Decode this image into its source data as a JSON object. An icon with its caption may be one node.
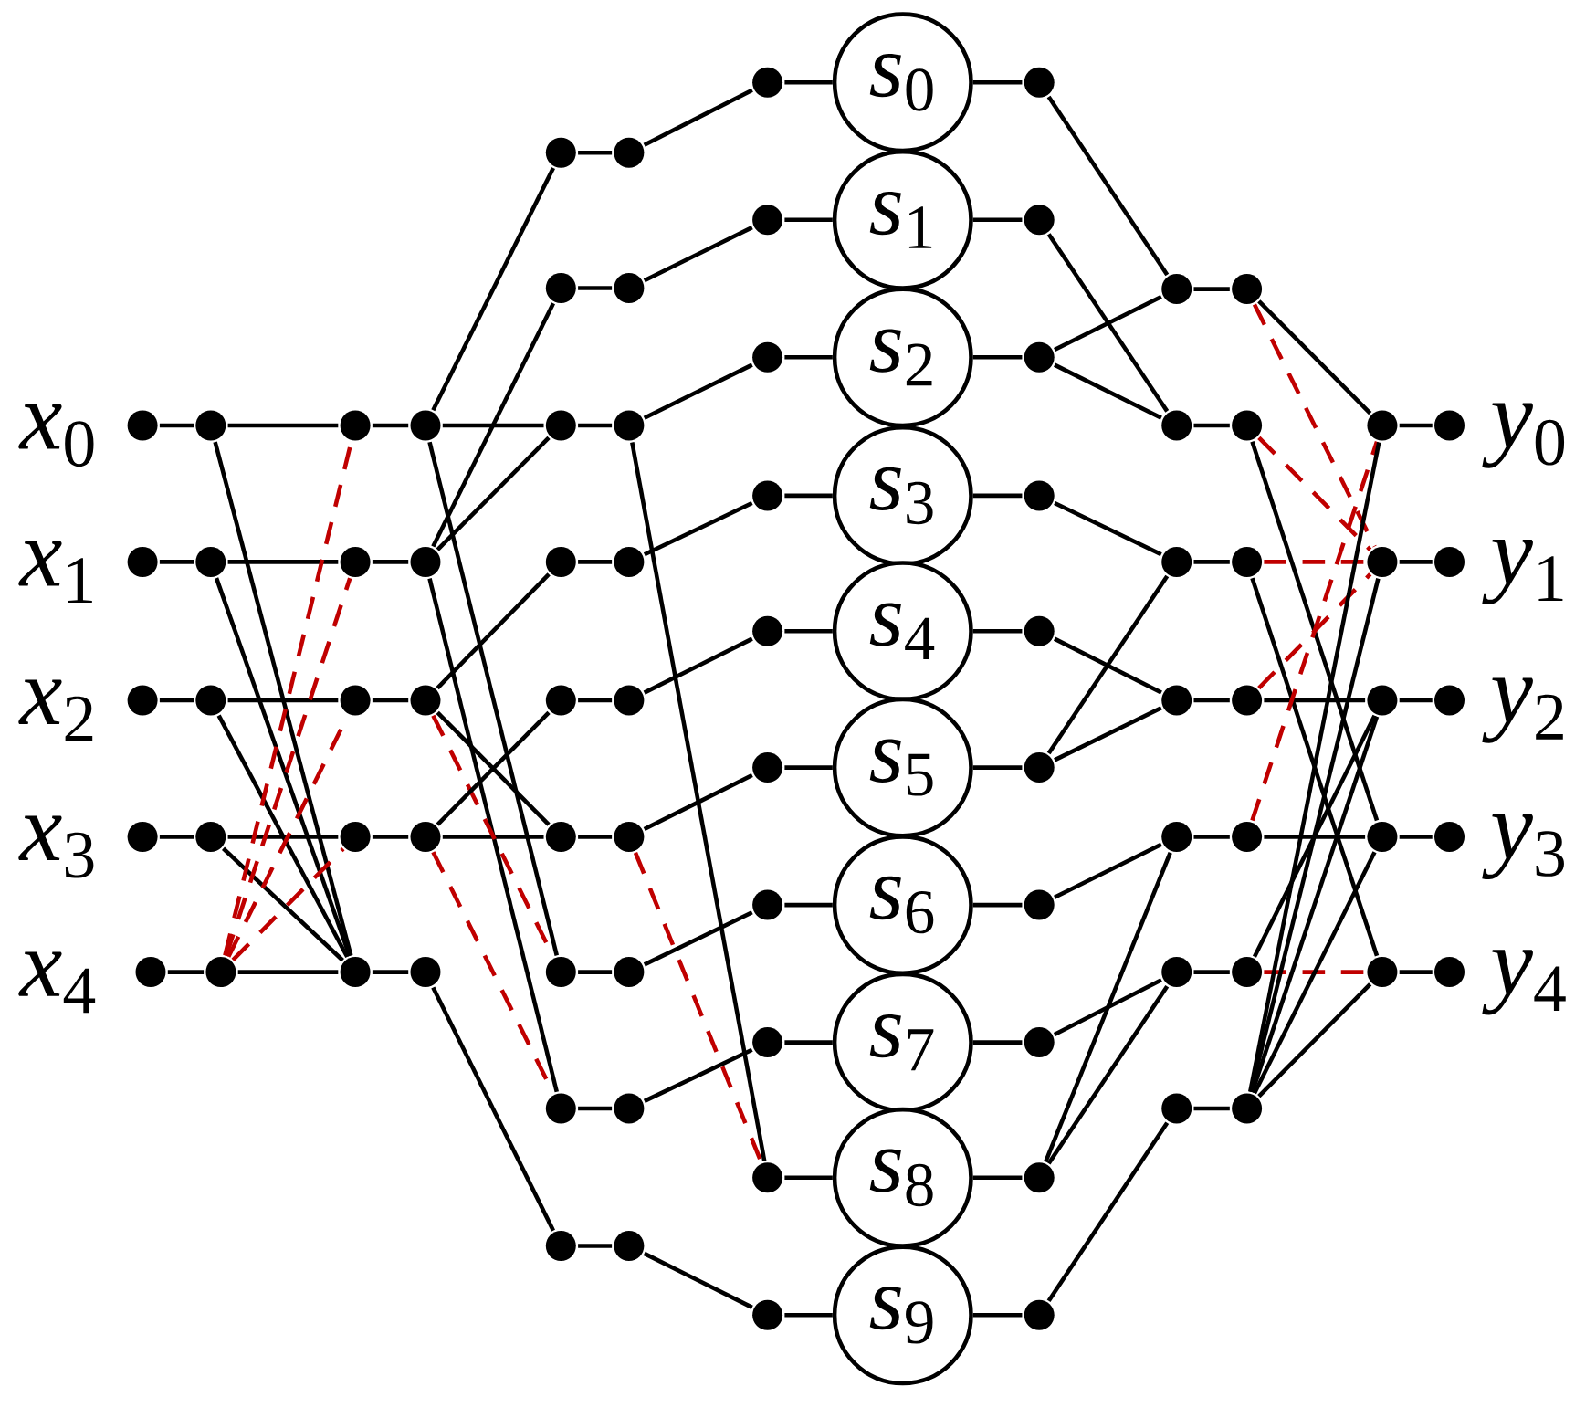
{
  "diagram": {
    "nodes": [
      {
        "text": [],
        "shape": "circle",
        "beside": [
          "*x*$_{0}$"
        ]
      },
      {
        "text": [],
        "shape": "circle",
        "beside": [
          "*x*$_{1}$"
        ]
      },
      {
        "text": [],
        "shape": "circle",
        "beside": [
          "*x*$_{2}$"
        ]
      },
      {
        "text": [],
        "shape": "circle",
        "beside": [
          "*x*$_{3}$"
        ]
      },
      {
        "text": [],
        "shape": "circle",
        "beside": [
          "*x*$_{4}$"
        ]
      },
      {
        "text": [],
        "shape": "circle"
      },
      {
        "text": [],
        "shape": "circle"
      },
      {
        "text": [],
        "shape": "circle"
      },
      {
        "text": [],
        "shape": "circle"
      },
      {
        "text": [],
        "shape": "circle"
      },
      {
        "text": [],
        "shape": "circle"
      },
      {
        "text": [],
        "shape": "circle"
      },
      {
        "text": [],
        "shape": "circle"
      },
      {
        "text": [],
        "shape": "circle"
      },
      {
        "text": [],
        "shape": "circle"
      },
      {
        "text": [],
        "shape": "circle"
      },
      {
        "text": [],
        "shape": "circle"
      },
      {
        "text": [],
        "shape": "circle"
      },
      {
        "text": [],
        "shape": "circle"
      },
      {
        "text": [],
        "shape": "circle"
      },
      {
        "text": [],
        "shape": "circle"
      },
      {
        "text": [],
        "shape": "circle"
      },
      {
        "text": [],
        "shape": "circle"
      },
      {
        "text": [],
        "shape": "circle"
      },
      {
        "text": [],
        "shape": "circle"
      },
      {
        "text": [],
        "shape": "circle"
      },
      {
        "text": [],
        "shape": "circle"
      },
      {
        "text": [],
        "shape": "circle"
      },
      {
        "text": [],
        "shape": "circle"
      },
      {
        "text": [],
        "shape": "circle"
      },
      {
        "text": [],
        "shape": "circle"
      },
      {
        "text": [],
        "shape": "circle"
      },
      {
        "text": [],
        "shape": "circle"
      },
      {
        "text": [],
        "shape": "circle"
      },
      {
        "text": [],
        "shape": "circle"
      },
      {
        "text": [],
        "shape": "circle"
      },
      {
        "text": [],
        "shape": "circle"
      },
      {
        "text": [],
        "shape": "circle"
      },
      {
        "text": [],
        "shape": "circle"
      },
      {
        "text": [],
        "shape": "circle"
      },
      {
        "text": [],
        "shape": "circle"
      },
      {
        "text": [],
        "shape": "circle"
      },
      {
        "text": [],
        "shape": "circle"
      },
      {
        "text": [],
        "shape": "circle"
      },
      {
        "text": [],
        "shape": "circle"
      },
      {
        "text": [],
        "shape": "circle"
      },
      {
        "text": [],
        "shape": "circle"
      },
      {
        "text": [],
        "shape": "circle"
      },
      {
        "text": [
          "*s*$_{0}$"
        ]
      },
      {
        "text": [
          "*s*$_{1}$"
        ]
      },
      {
        "text": [
          "*s*$_{2}$"
        ]
      },
      {
        "text": [
          "*s*$_{3}$"
        ]
      },
      {
        "text": [
          "*s*$_{4}$"
        ]
      },
      {
        "text": [
          "*s*$_{5}$"
        ]
      },
      {
        "text": [
          "*s*$_{6}$"
        ]
      },
      {
        "text": [
          "*s*$_{7}$"
        ]
      },
      {
        "text": [
          "*s*$_{8}$"
        ]
      },
      {
        "text": [
          "*s*$_{9}$"
        ]
      },
      {
        "text": [],
        "shape": "circle"
      },
      {
        "text": [],
        "shape": "circle"
      },
      {
        "text": [],
        "shape": "circle"
      },
      {
        "text": [],
        "shape": "circle"
      },
      {
        "text": [],
        "shape": "circle"
      },
      {
        "text": [],
        "shape": "circle"
      },
      {
        "text": [],
        "shape": "circle"
      },
      {
        "text": [],
        "shape": "circle"
      },
      {
        "text": [],
        "shape": "circle"
      },
      {
        "text": [],
        "shape": "circle"
      },
      {
        "text": [],
        "shape": "circle"
      },
      {
        "text": [],
        "shape": "circle"
      },
      {
        "text": [],
        "shape": "circle"
      },
      {
        "text": [],
        "shape": "circle"
      },
      {
        "text": [],
        "shape": "circle"
      },
      {
        "text": [],
        "shape": "circle"
      },
      {
        "text": [],
        "shape": "circle"
      },
      {
        "text": [],
        "shape": "circle"
      },
      {
        "text": [],
        "shape": "circle"
      },
      {
        "text": [],
        "shape": "circle"
      },
      {
        "text": [],
        "shape": "circle"
      },
      {
        "text": [],
        "shape": "circle"
      },
      {
        "text": [],
        "shape": "circle"
      },
      {
        "text": [],
        "shape": "circle"
      },
      {
        "text": [],
        "shape": "circle"
      },
      {
        "text": [],
        "shape": "circle"
      },
      {
        "text": [],
        "shape": "circle"
      },
      {
        "text": [],
        "shape": "circle"
      },
      {
        "text": [],
        "shape": "circle"
      },
      {
        "text": [],
        "shape": "circle",
        "beside": [
          "*y*$_{0}$"
        ]
      },
      {
        "text": [],
        "shape": "circle",
        "beside": [
          "*y*$_{1}$"
        ]
      },
      {
        "text": [],
        "shape": "circle",
        "beside": [
          "*y*$_{2}$"
        ]
      },
      {
        "text": [],
        "shape": "circle",
        "beside": [
          "*y*$_{3}$"
        ]
      },
      {
        "text": [],
        "shape": "circle",
        "beside": [
          "*y*$_{4}$"
        ]
      }
    ],
    "edges": [
      {
        "from": 0,
        "to": 5,
        "arrow": "none"
      },
      {
        "from": 5,
        "to": 10,
        "arrow": "none"
      },
      {
        "from": 10,
        "to": 15,
        "arrow": "none"
      },
      {
        "from": 15,
        "to": 22,
        "arrow": "none"
      },
      {
        "from": 22,
        "to": 31,
        "arrow": "none"
      },
      {
        "from": 1,
        "to": 6,
        "arrow": "none"
      },
      {
        "from": 6,
        "to": 11,
        "arrow": "none"
      },
      {
        "from": 11,
        "to": 16,
        "arrow": "none"
      },
      {
        "from": 2,
        "to": 7,
        "arrow": "none"
      },
      {
        "from": 7,
        "to": 12,
        "arrow": "none"
      },
      {
        "from": 12,
        "to": 17,
        "arrow": "none"
      },
      {
        "from": 3,
        "to": 8,
        "arrow": "none"
      },
      {
        "from": 8,
        "to": 13,
        "arrow": "none"
      },
      {
        "from": 13,
        "to": 18,
        "arrow": "none"
      },
      {
        "from": 18,
        "to": 25,
        "arrow": "none"
      },
      {
        "from": 25,
        "to": 34,
        "arrow": "none"
      },
      {
        "from": 4,
        "to": 9,
        "arrow": "none"
      },
      {
        "from": 9,
        "to": 14,
        "arrow": "none"
      },
      {
        "from": 14,
        "to": 19,
        "arrow": "none"
      },
      {
        "from": 20,
        "to": 29,
        "arrow": "none"
      },
      {
        "from": 21,
        "to": 30,
        "arrow": "none"
      },
      {
        "from": 23,
        "to": 32,
        "arrow": "none"
      },
      {
        "from": 24,
        "to": 33,
        "arrow": "none"
      },
      {
        "from": 26,
        "to": 35,
        "arrow": "none"
      },
      {
        "from": 27,
        "to": 36,
        "arrow": "none"
      },
      {
        "from": 28,
        "to": 37,
        "arrow": "none"
      },
      {
        "from": 5,
        "to": 14,
        "arrow": "none"
      },
      {
        "from": 6,
        "to": 14,
        "arrow": "none"
      },
      {
        "from": 7,
        "to": 14,
        "arrow": "none"
      },
      {
        "from": 8,
        "to": 14,
        "arrow": "none"
      },
      {
        "from": 9,
        "to": 10,
        "arrow": "none",
        "style": "dashed",
        "color": "#c00000"
      },
      {
        "from": 9,
        "to": 11,
        "arrow": "none",
        "style": "dashed",
        "color": "#c00000"
      },
      {
        "from": 9,
        "to": 12,
        "arrow": "none",
        "style": "dashed",
        "color": "#c00000"
      },
      {
        "from": 9,
        "to": 13,
        "arrow": "none",
        "style": "dashed",
        "color": "#c00000"
      },
      {
        "from": 15,
        "to": 20,
        "arrow": "none"
      },
      {
        "from": 15,
        "to": 26,
        "arrow": "none"
      },
      {
        "from": 16,
        "to": 21,
        "arrow": "none"
      },
      {
        "from": 16,
        "to": 22,
        "arrow": "none"
      },
      {
        "from": 16,
        "to": 27,
        "arrow": "none"
      },
      {
        "from": 17,
        "to": 23,
        "arrow": "none"
      },
      {
        "from": 17,
        "to": 25,
        "arrow": "none"
      },
      {
        "from": 17,
        "to": 26,
        "arrow": "none",
        "style": "dashed",
        "color": "#c00000"
      },
      {
        "from": 18,
        "to": 24,
        "arrow": "none"
      },
      {
        "from": 18,
        "to": 27,
        "arrow": "none",
        "style": "dashed",
        "color": "#c00000"
      },
      {
        "from": 19,
        "to": 28,
        "arrow": "none"
      },
      {
        "from": 29,
        "to": 38,
        "arrow": "none"
      },
      {
        "from": 30,
        "to": 39,
        "arrow": "none"
      },
      {
        "from": 31,
        "to": 40,
        "arrow": "none"
      },
      {
        "from": 32,
        "to": 41,
        "arrow": "none"
      },
      {
        "from": 33,
        "to": 42,
        "arrow": "none"
      },
      {
        "from": 34,
        "to": 43,
        "arrow": "none"
      },
      {
        "from": 35,
        "to": 44,
        "arrow": "none"
      },
      {
        "from": 36,
        "to": 45,
        "arrow": "none"
      },
      {
        "from": 37,
        "to": 47,
        "arrow": "none"
      },
      {
        "from": 31,
        "to": 46,
        "arrow": "none"
      },
      {
        "from": 34,
        "to": 46,
        "arrow": "none",
        "style": "dashed",
        "color": "#c00000"
      },
      {
        "from": 38,
        "to": 48,
        "arrow": "none"
      },
      {
        "from": 39,
        "to": 49,
        "arrow": "none"
      },
      {
        "from": 40,
        "to": 50,
        "arrow": "none"
      },
      {
        "from": 41,
        "to": 51,
        "arrow": "none"
      },
      {
        "from": 42,
        "to": 52,
        "arrow": "none"
      },
      {
        "from": 43,
        "to": 53,
        "arrow": "none"
      },
      {
        "from": 44,
        "to": 54,
        "arrow": "none"
      },
      {
        "from": 45,
        "to": 55,
        "arrow": "none"
      },
      {
        "from": 46,
        "to": 56,
        "arrow": "none"
      },
      {
        "from": 47,
        "to": 57,
        "arrow": "none"
      },
      {
        "from": 48,
        "to": 58,
        "arrow": "none"
      },
      {
        "from": 49,
        "to": 59,
        "arrow": "none"
      },
      {
        "from": 50,
        "to": 60,
        "arrow": "none"
      },
      {
        "from": 51,
        "to": 61,
        "arrow": "none"
      },
      {
        "from": 52,
        "to": 62,
        "arrow": "none"
      },
      {
        "from": 53,
        "to": 63,
        "arrow": "none"
      },
      {
        "from": 54,
        "to": 64,
        "arrow": "none"
      },
      {
        "from": 55,
        "to": 65,
        "arrow": "none"
      },
      {
        "from": 56,
        "to": 66,
        "arrow": "none"
      },
      {
        "from": 57,
        "to": 67,
        "arrow": "none"
      },
      {
        "from": 58,
        "to": 68,
        "arrow": "none"
      },
      {
        "from": 59,
        "to": 69,
        "arrow": "none"
      },
      {
        "from": 60,
        "to": 68,
        "arrow": "none"
      },
      {
        "from": 60,
        "to": 69,
        "arrow": "none"
      },
      {
        "from": 61,
        "to": 70,
        "arrow": "none"
      },
      {
        "from": 62,
        "to": 71,
        "arrow": "none"
      },
      {
        "from": 63,
        "to": 70,
        "arrow": "none"
      },
      {
        "from": 63,
        "to": 71,
        "arrow": "none"
      },
      {
        "from": 64,
        "to": 72,
        "arrow": "none"
      },
      {
        "from": 65,
        "to": 73,
        "arrow": "none"
      },
      {
        "from": 66,
        "to": 72,
        "arrow": "none"
      },
      {
        "from": 66,
        "to": 73,
        "arrow": "none"
      },
      {
        "from": 67,
        "to": 74,
        "arrow": "none"
      },
      {
        "from": 68,
        "to": 75,
        "arrow": "none"
      },
      {
        "from": 69,
        "to": 76,
        "arrow": "none"
      },
      {
        "from": 70,
        "to": 77,
        "arrow": "none"
      },
      {
        "from": 71,
        "to": 78,
        "arrow": "none"
      },
      {
        "from": 72,
        "to": 79,
        "arrow": "none"
      },
      {
        "from": 73,
        "to": 80,
        "arrow": "none"
      },
      {
        "from": 74,
        "to": 81,
        "arrow": "none"
      },
      {
        "from": 75,
        "to": 82,
        "arrow": "none"
      },
      {
        "from": 75,
        "to": 83,
        "arrow": "none",
        "style": "dashed",
        "color": "#c00000"
      },
      {
        "from": 76,
        "to": 83,
        "arrow": "none",
        "style": "dashed",
        "color": "#c00000"
      },
      {
        "from": 76,
        "to": 85,
        "arrow": "none"
      },
      {
        "from": 77,
        "to": 83,
        "arrow": "none",
        "style": "dashed",
        "color": "#c00000"
      },
      {
        "from": 77,
        "to": 86,
        "arrow": "none"
      },
      {
        "from": 78,
        "to": 84,
        "arrow": "none"
      },
      {
        "from": 78,
        "to": 83,
        "arrow": "none",
        "style": "dashed",
        "color": "#c00000"
      },
      {
        "from": 79,
        "to": 85,
        "arrow": "none"
      },
      {
        "from": 79,
        "to": 82,
        "arrow": "none",
        "style": "dashed",
        "color": "#c00000"
      },
      {
        "from": 80,
        "to": 86,
        "arrow": "none",
        "style": "dashed",
        "color": "#c00000"
      },
      {
        "from": 80,
        "to": 84,
        "arrow": "none"
      },
      {
        "from": 81,
        "to": 82,
        "arrow": "none"
      },
      {
        "from": 81,
        "to": 83,
        "arrow": "none"
      },
      {
        "from": 81,
        "to": 84,
        "arrow": "none"
      },
      {
        "from": 81,
        "to": 85,
        "arrow": "none"
      },
      {
        "from": 81,
        "to": 86,
        "arrow": "none"
      },
      {
        "from": 82,
        "to": 87,
        "arrow": "none"
      },
      {
        "from": 83,
        "to": 88,
        "arrow": "none"
      },
      {
        "from": 84,
        "to": 89,
        "arrow": "none"
      },
      {
        "from": 85,
        "to": 90,
        "arrow": "none"
      },
      {
        "from": 86,
        "to": 91,
        "arrow": "none"
      }
    ]
  }
}
